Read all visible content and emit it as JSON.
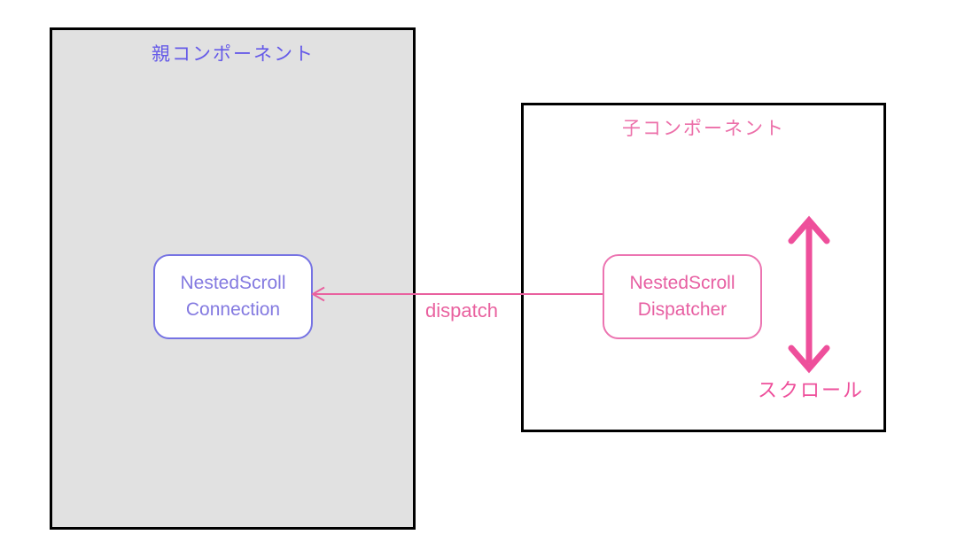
{
  "colors": {
    "canvas-bg": "#ffffff",
    "frame-border": "#000000",
    "parent-bg": "#e1e1e1",
    "purple-title": "#655ae8",
    "purple-node-border": "#7673e3",
    "purple-node-text": "#8379e0",
    "pink-title": "#ec6fa9",
    "pink-node-border": "#ec74b1",
    "pink-node-text": "#e75fa2",
    "pink-arrow": "#e9619f",
    "pink-scroll-arrow": "#ee4f9b"
  },
  "parent": {
    "title": "親コンポーネント",
    "node": {
      "line1": "NestedScroll",
      "line2": "Connection"
    }
  },
  "child": {
    "title": "子コンポーネント",
    "node": {
      "line1": "NestedScroll",
      "line2": "Dispatcher"
    }
  },
  "edges": {
    "dispatch": {
      "label": "dispatch"
    },
    "scroll": {
      "label": "スクロール"
    }
  }
}
